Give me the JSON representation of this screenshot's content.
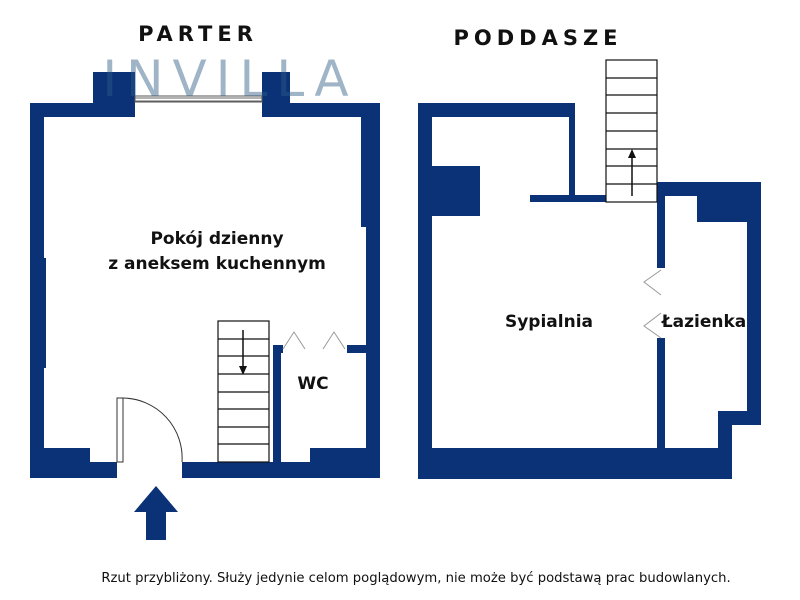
{
  "floors": {
    "ground": {
      "title": "PARTER"
    },
    "attic": {
      "title": "PODDASZE"
    }
  },
  "watermark": {
    "brand": "INVILLA"
  },
  "rooms": {
    "living_line1": "Pokój dzienny",
    "living_line2": "z aneksem kuchennym",
    "wc": "WC",
    "bedroom": "Sypialnia",
    "bathroom": "Łazienka"
  },
  "disclaimer": "Rzut przybliżony. Służy jedynie celom poglądowym, nie może być podstawą prac budowlanych.",
  "colors": {
    "wall": "#0b3277",
    "accent_logo": "#c8a06b"
  },
  "icons": {
    "entrance": "entrance-arrow-icon",
    "stairs_direction": "stairs-arrow-icon"
  }
}
